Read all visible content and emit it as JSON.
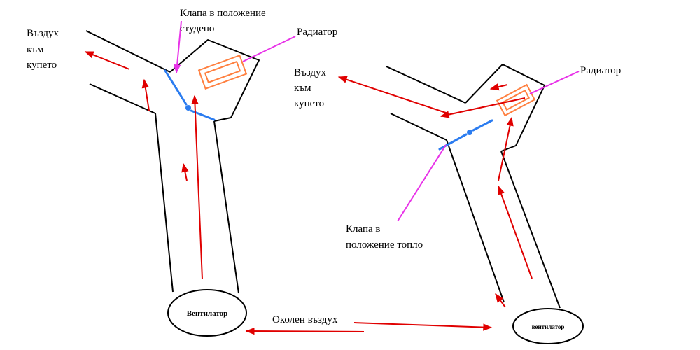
{
  "colors": {
    "background": "#ffffff",
    "duct": "#000000",
    "arrow": "#e00000",
    "flap": "#2b7cf0",
    "pointer": "#e832e8",
    "radiator": "#ff8040",
    "text": "#000000"
  },
  "left_diagram": {
    "air_label": {
      "line1": "Въздух",
      "line2": "към",
      "line3": "купето"
    },
    "flap_label": {
      "line1": "Клапа в положение",
      "line2": "студено"
    },
    "radiator_label": "Радиатор",
    "fan_label": "Вентилатор"
  },
  "right_diagram": {
    "air_label": {
      "line1": "Въздух",
      "line2": "към",
      "line3": "купето"
    },
    "flap_label": {
      "line1": "Клапа в",
      "line2": "положение топло"
    },
    "radiator_label": "Радиатор",
    "fan_label": "вентилатор"
  },
  "bottom": {
    "ambient_air_label": "Околен въздух"
  }
}
